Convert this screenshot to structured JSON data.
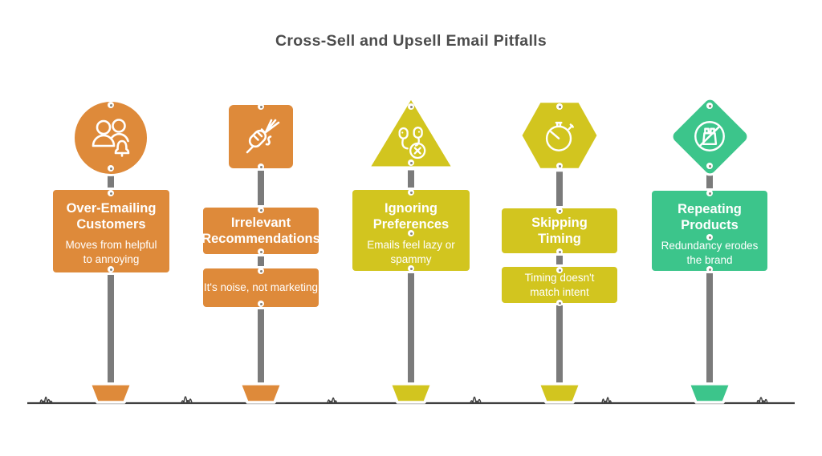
{
  "title": "Cross-Sell and Upsell Email Pitfalls",
  "palette": {
    "orange": "#de8a3a",
    "yellow": "#d2c51f",
    "green": "#3cc58b",
    "pole": "#7b7b7b",
    "ground": "#404040",
    "title_text": "#4d4d4d"
  },
  "signs": [
    {
      "id": "over-emailing-customers",
      "shape": "circle",
      "color": "orange",
      "icon": "people-notification-bell-icon",
      "title": "Over-Emailing Customers",
      "subtitle": "Moves from helpful to annoying"
    },
    {
      "id": "irrelevant-recommendations",
      "shape": "square",
      "color": "orange",
      "icon": "hand-holding-fork-icon",
      "title": "Irrelevant Recommendations",
      "subtitle": "It's noise, not marketing"
    },
    {
      "id": "ignoring-preferences",
      "shape": "triangle",
      "color": "yellow",
      "icon": "earbuds-crossed-icon",
      "title": "Ignoring Preferences",
      "subtitle": "Emails feel lazy or spammy"
    },
    {
      "id": "skipping-timing",
      "shape": "hexagon",
      "color": "yellow",
      "icon": "stopwatch-icon",
      "title": "Skipping Timing",
      "subtitle": "Timing doesn't match intent"
    },
    {
      "id": "repeating-products",
      "shape": "diamond",
      "color": "green",
      "icon": "no-repeat-bag-icon",
      "title": "Repeating Products",
      "subtitle": "Redundancy erodes the brand"
    }
  ]
}
